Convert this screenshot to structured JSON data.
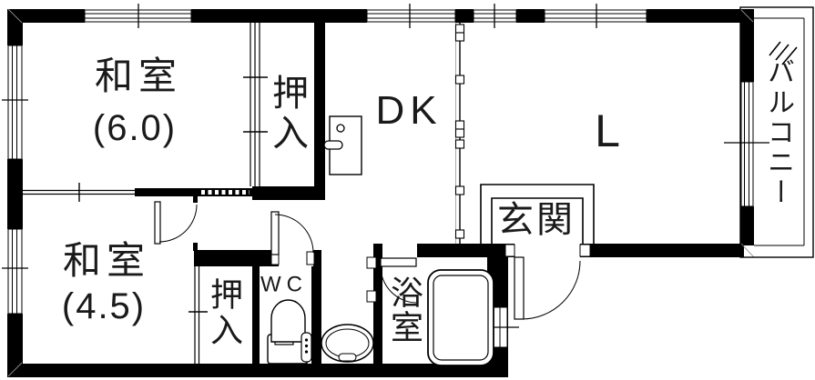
{
  "floorplan": {
    "title": "1LDK apartment floor plan",
    "colors": {
      "line": "#000000",
      "background": "#ffffff"
    },
    "rooms": {
      "washitsu6": {
        "name": "和室",
        "size": "(6.0)"
      },
      "oshiire_top": {
        "name": "押入"
      },
      "dk": {
        "name": "DK"
      },
      "living": {
        "name": "L"
      },
      "balcony": {
        "name": "バルコニー"
      },
      "genkan": {
        "name": "玄関"
      },
      "washitsu45": {
        "name": "和室",
        "size": "(4.5)"
      },
      "oshiire_bottom": {
        "name": "押入"
      },
      "wc": {
        "name": "WC"
      },
      "bathroom": {
        "name": "浴室"
      }
    }
  }
}
